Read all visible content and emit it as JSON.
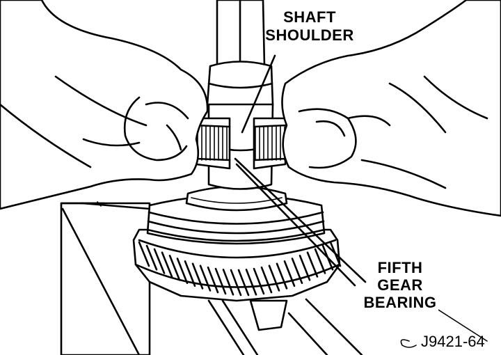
{
  "callouts": {
    "shaft_shoulder": [
      "SHAFT",
      "SHOULDER"
    ],
    "fifth_gear_bearing": [
      "FIFTH",
      "GEAR",
      "BEARING"
    ]
  },
  "figure_code": "J9421-64"
}
